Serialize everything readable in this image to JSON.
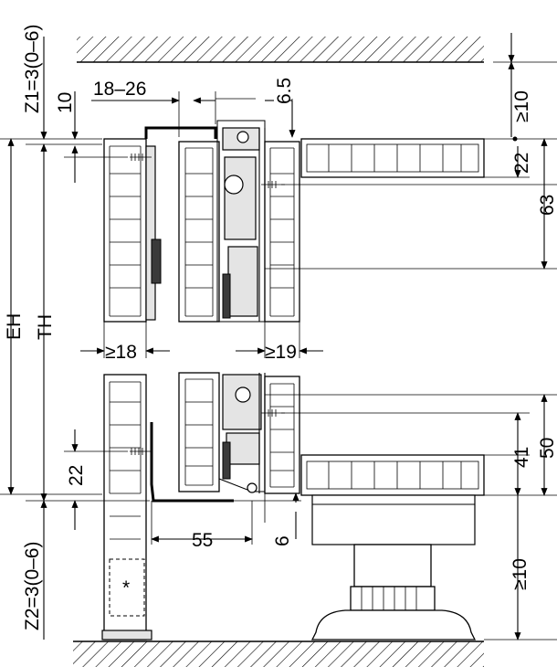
{
  "dimensions": {
    "z1": "Z1=3(0–6)",
    "z2": "Z2=3(0–6)",
    "eh": "EH",
    "th": "TH",
    "top_gap": "10",
    "offset_range": "18–26",
    "rail_gap": "6.5",
    "top_clearance": "≥10",
    "top_height": "22",
    "top_screw": "63",
    "left_thickness": "≥18",
    "right_thickness": "≥19",
    "bottom_left": "22",
    "bottom_screw": "41",
    "bottom_height": "50",
    "bottom_width": "55",
    "bottom_gap": "6",
    "bottom_clearance": "≥10",
    "note_marker": "*"
  },
  "colors": {
    "line": "#000000",
    "fill_light": "#e4e4e4",
    "fill_dark": "#3a3a3a",
    "background": "#ffffff"
  }
}
